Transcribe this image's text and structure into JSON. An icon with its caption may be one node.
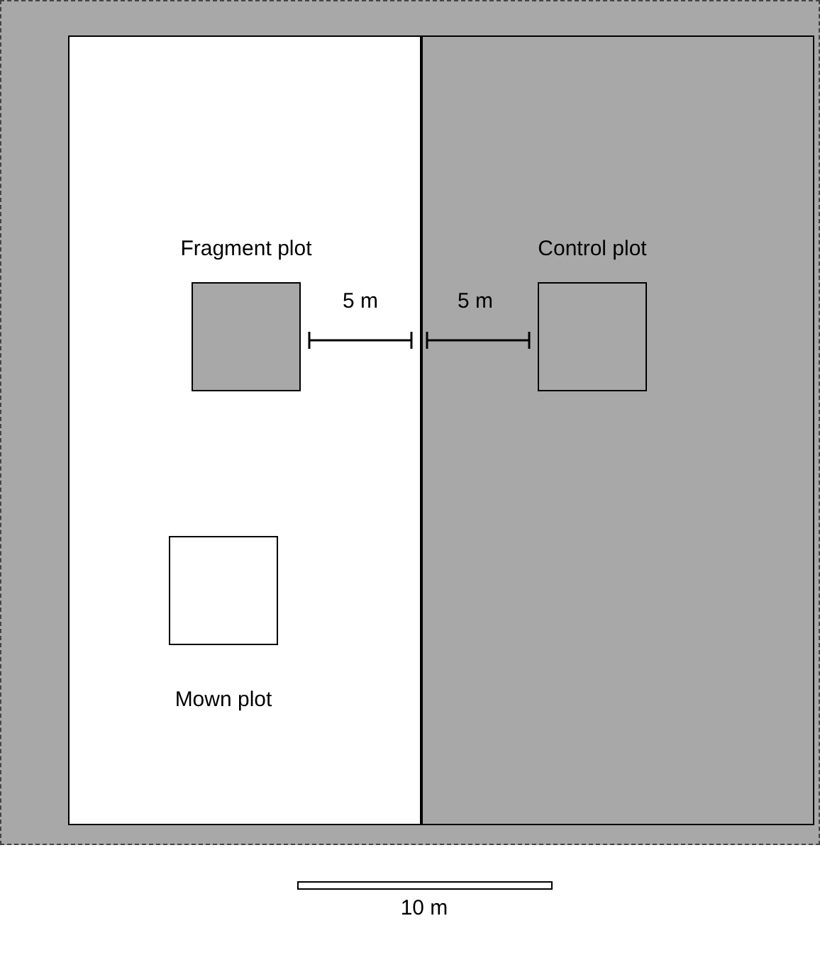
{
  "diagram": {
    "nodes": [
      {
        "text": [],
        "shape": "box"
      },
      {
        "text": [],
        "shape": "box",
        "in": 0
      },
      {
        "text": [],
        "shape": "box",
        "in": 0
      },
      {
        "text": [
          "Fragment plot"
        ],
        "in": 1
      },
      {
        "text": [
          "Control plot"
        ],
        "in": 2
      },
      {
        "text": [
          "Mown plot"
        ],
        "in": 1
      }
    ],
    "edges": [],
    "labels": [
      "5 m",
      "5 m",
      "10 m"
    ]
  }
}
